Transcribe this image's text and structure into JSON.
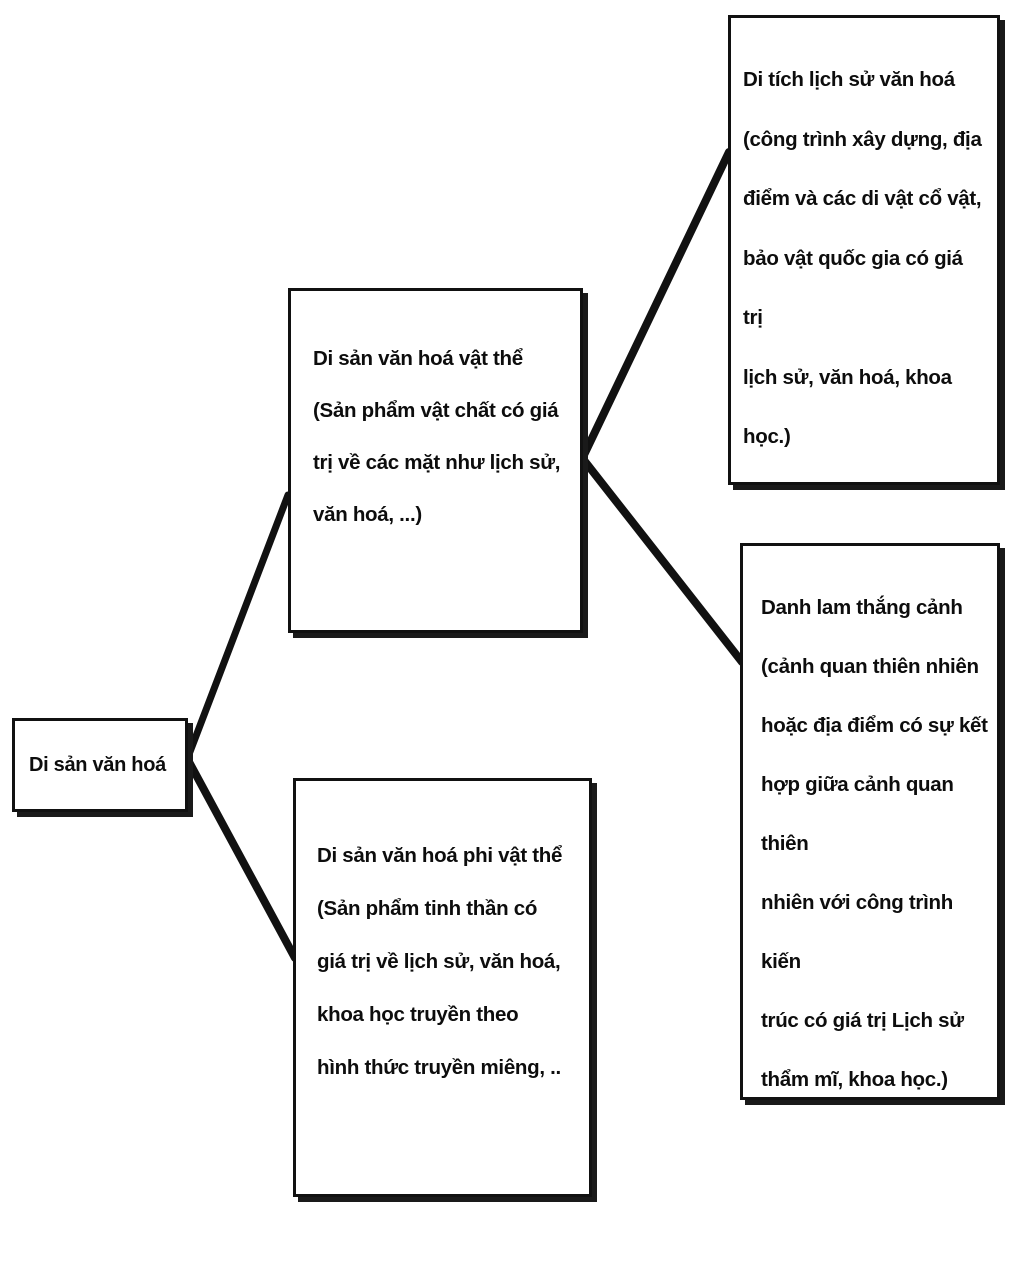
{
  "diagram": {
    "type": "tree-diagram",
    "root": {
      "id": "di-san-van-hoa",
      "label": "Di sản văn hoá"
    },
    "nodes": [
      {
        "id": "di-san-van-hoa-vat-the",
        "label": "Di sản văn hoá vật thể\n(Sản phẩm vật chất có giá\ntrị về các mặt như lịch sử,\nvăn hoá, ...)"
      },
      {
        "id": "di-san-van-hoa-phi-vat-the",
        "label": "Di sản văn hoá phi vật thể\n(Sản phẩm tinh thần có\ngiá trị về lịch sử, văn hoá,\nkhoa học truyền theo\nhình thức truyền miêng, .."
      },
      {
        "id": "di-tich-lich-su-van-hoa",
        "label": "Di tích lịch sử văn hoá\n(công trình xây dựng, địa\nđiểm và các di vật cổ vật,\nbảo vật quốc gia có giá trị\nlịch sử, văn hoá, khoa\nhọc.)"
      },
      {
        "id": "danh-lam-thang-canh",
        "label": "Danh lam thắng cảnh\n(cảnh quan thiên nhiên\nhoặc địa điểm có sự kết\nhợp giữa cảnh quan thiên\nnhiên với công trình kiến\ntrúc có giá trị Lịch sử\nthẩm mĩ, khoa học.)"
      }
    ],
    "colors": {
      "box_border": "#111111",
      "box_fill": "#ffffff",
      "connector": "#111111",
      "text": "#0d0d0d"
    }
  }
}
